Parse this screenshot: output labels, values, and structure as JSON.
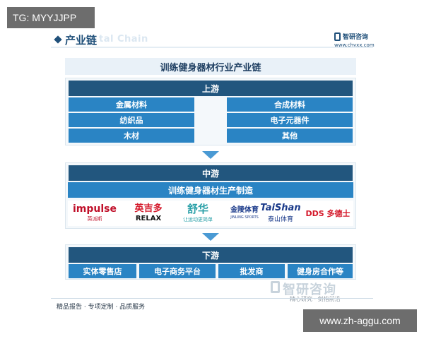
{
  "overlay": {
    "top_tag": "TG: MYYJJPP",
    "bottom_tag": "www.zh-aggu.com"
  },
  "header": {
    "title": "产业链",
    "watermark": "tal Chain",
    "brand_name": "智研咨询",
    "brand_url": "www.chyxx.com"
  },
  "diagram": {
    "title": "训练健身器材行业产业链",
    "upstream": {
      "label": "上游",
      "left": [
        "金属材料",
        "纺织品",
        "木材"
      ],
      "right": [
        "合成材料",
        "电子元器件",
        "其他"
      ]
    },
    "midstream": {
      "label": "中游",
      "bar": "训练健身器材生产制造"
    },
    "brands": [
      {
        "main": "impulse",
        "sub": "英派斯",
        "color": "#c0102a"
      },
      {
        "main": "英吉多",
        "sub": "RELAX",
        "color": "#d4182a",
        "sub_color": "#111111"
      },
      {
        "main": "舒华",
        "sub": "让运动更简单",
        "color": "#2aa0a8"
      },
      {
        "main": "金陵体育",
        "sub": "JINLING SPORTS",
        "color": "#1a3a8a"
      },
      {
        "main": "TaiShan",
        "sub": "泰山体育",
        "color": "#1a3a8a"
      },
      {
        "main": "DDS 多德士",
        "sub": "",
        "color": "#d4182a"
      }
    ],
    "downstream": {
      "label": "下游",
      "items": [
        "实体零售店",
        "电子商务平台",
        "批发商",
        "健身房合作等"
      ]
    }
  },
  "footer": {
    "tagline": "精品报告 · 专项定制 · 品质服务",
    "brand": "智研咨询",
    "brand_sub": "精心研究 · 剑指前沿"
  },
  "colors": {
    "head": "#22567e",
    "cell": "#2a84c4",
    "panel": "#f4f8fb",
    "arrow": "#4a9ad4"
  }
}
